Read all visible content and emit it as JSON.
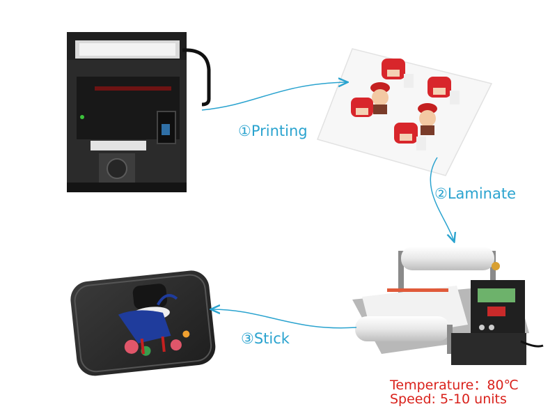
{
  "steps": [
    {
      "label": "①Printing"
    },
    {
      "label": "②Laminate"
    },
    {
      "label": "③Stick"
    }
  ],
  "specs": {
    "temperature": "Temperature：80℃",
    "speed": "Speed: 5-10 units"
  },
  "colors": {
    "step_label": "#2aa3cf",
    "arrow": "#2aa3cf",
    "spec_text": "#d9211b"
  },
  "icons": [
    "printer-icon",
    "sticker-sheet-icon",
    "laminator-icon",
    "phone-case-icon"
  ]
}
